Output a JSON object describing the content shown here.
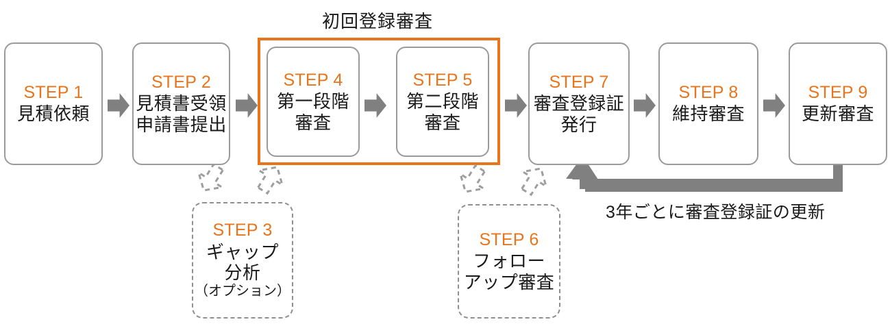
{
  "group": {
    "label": "初回登録審査",
    "border_color": "#E8741C"
  },
  "renewal": {
    "label": "3年ごとに審査登録証の更新",
    "color": "#808080"
  },
  "colors": {
    "step_title": "#E8741C",
    "box_border": "#9a9a9a",
    "dashed_border": "#8f8f8f",
    "arrow": "#808080",
    "text": "#1a1a1a"
  },
  "steps": [
    {
      "id": "step1",
      "title": "STEP 1",
      "lines": [
        "見積依頼"
      ],
      "style": "solid"
    },
    {
      "id": "step2",
      "title": "STEP 2",
      "lines": [
        "見積書受領",
        "申請書提出"
      ],
      "style": "solid"
    },
    {
      "id": "step3",
      "title": "STEP 3",
      "lines": [
        "ギャップ",
        "分析",
        "（オプション）"
      ],
      "style": "dashed"
    },
    {
      "id": "step4",
      "title": "STEP 4",
      "lines": [
        "第一段階",
        "審査"
      ],
      "style": "solid"
    },
    {
      "id": "step5",
      "title": "STEP 5",
      "lines": [
        "第二段階",
        "審査"
      ],
      "style": "solid"
    },
    {
      "id": "step6",
      "title": "STEP 6",
      "lines": [
        "フォロー",
        "アップ審査"
      ],
      "style": "dashed"
    },
    {
      "id": "step7",
      "title": "STEP 7",
      "lines": [
        "審査登録証",
        "発行"
      ],
      "style": "solid"
    },
    {
      "id": "step8",
      "title": "STEP 8",
      "lines": [
        "維持審査"
      ],
      "style": "solid"
    },
    {
      "id": "step9",
      "title": "STEP 9",
      "lines": [
        "更新審査"
      ],
      "style": "solid"
    }
  ],
  "connectors": [
    {
      "id": "arrow-1-2",
      "kind": "solid-right"
    },
    {
      "id": "arrow-3-4",
      "kind": "solid-right"
    },
    {
      "id": "arrow-4-5",
      "kind": "solid-right"
    },
    {
      "id": "arrow-5-7",
      "kind": "solid-right"
    },
    {
      "id": "arrow-7-8",
      "kind": "solid-right"
    },
    {
      "id": "arrow-8-9",
      "kind": "solid-right"
    },
    {
      "id": "arrow-2-3",
      "kind": "dashed-down"
    },
    {
      "id": "arrow-3-4-opt",
      "kind": "dashed-up"
    },
    {
      "id": "arrow-5-6",
      "kind": "dashed-down"
    },
    {
      "id": "arrow-6-7",
      "kind": "dashed-up"
    },
    {
      "id": "arrow-renewal",
      "kind": "return-loop"
    }
  ]
}
